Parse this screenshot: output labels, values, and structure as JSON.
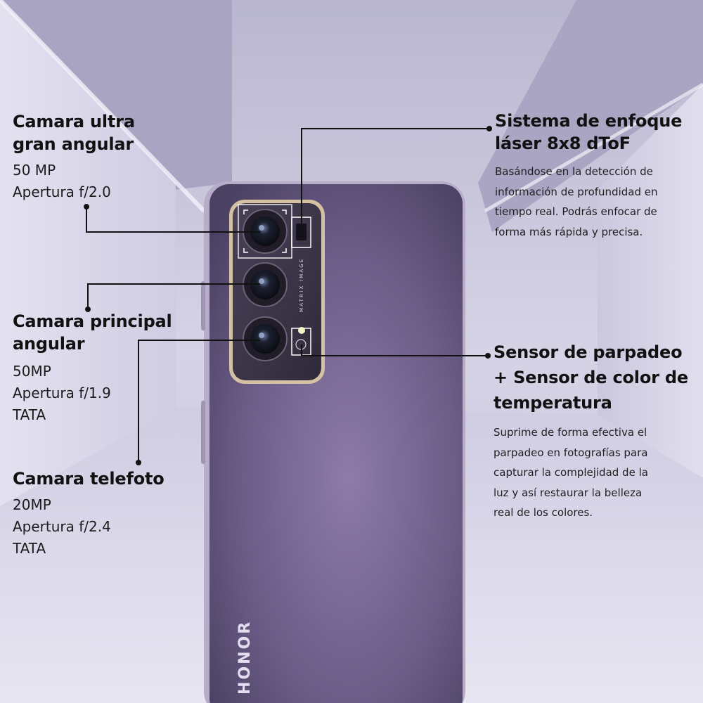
{
  "colors": {
    "background": "#c9c6dc",
    "phone_body": "#6a5b86",
    "camera_module": "#3a3346",
    "frame_accent": "#d6c3a4",
    "text": "#111111",
    "callout_line": "#111111"
  },
  "brand": {
    "logo_text": "HONOR",
    "camera_text": "MATRIX IMAGE"
  },
  "callouts": {
    "ultra_wide": {
      "title": [
        "Camara ultra",
        "gran angular"
      ],
      "specs": [
        "50 MP",
        "Apertura f/2.0"
      ]
    },
    "main": {
      "title": [
        "Camara principal",
        "angular"
      ],
      "specs": [
        "50MP",
        "Apertura f/1.9",
        "TATA"
      ]
    },
    "tele": {
      "title": [
        "Camara telefoto"
      ],
      "specs": [
        "20MP",
        "Apertura f/2.4",
        "TATA"
      ]
    },
    "laser": {
      "title": [
        "Sistema de enfoque",
        "láser 8x8 dToF"
      ],
      "description": [
        "Basándose en la detección de",
        "información de profundidad en",
        "tiempo real. Podrás enfocar de",
        "forma más rápida y precisa."
      ]
    },
    "flicker": {
      "title": [
        "Sensor de parpadeo",
        "+ Sensor de color de",
        "temperatura"
      ],
      "description": [
        "Suprime de forma efectiva el",
        "parpadeo en fotografías para",
        "capturar la complejidad de la",
        "luz y así restaurar la belleza",
        "real de los colores."
      ]
    }
  }
}
